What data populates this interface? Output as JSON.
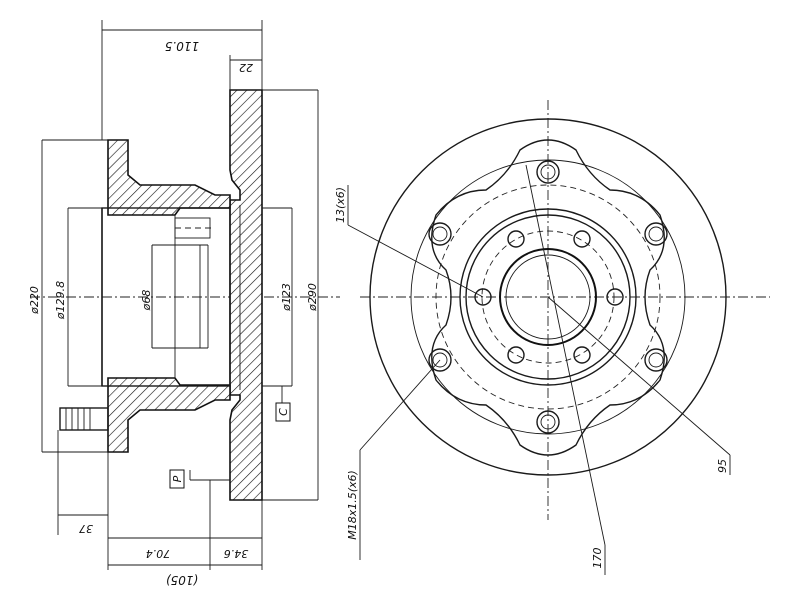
{
  "dimensions": {
    "overall_width": "110.5",
    "flange_thickness": "22",
    "offset_37": "37",
    "hub_length": "70.4",
    "disc_offset": "34.6",
    "total_105": "(105)",
    "dia_220": "ø220",
    "dia_129_8": "ø129.8",
    "dia_68": "ø68",
    "dia_123": "ø123",
    "dia_290": "ø290",
    "holes_13": "13(x6)",
    "thread": "M18x1.5(x6)",
    "pcd_95": "95",
    "pcd_170": "170"
  },
  "datum_labels": {
    "c": "C",
    "p": "P"
  }
}
